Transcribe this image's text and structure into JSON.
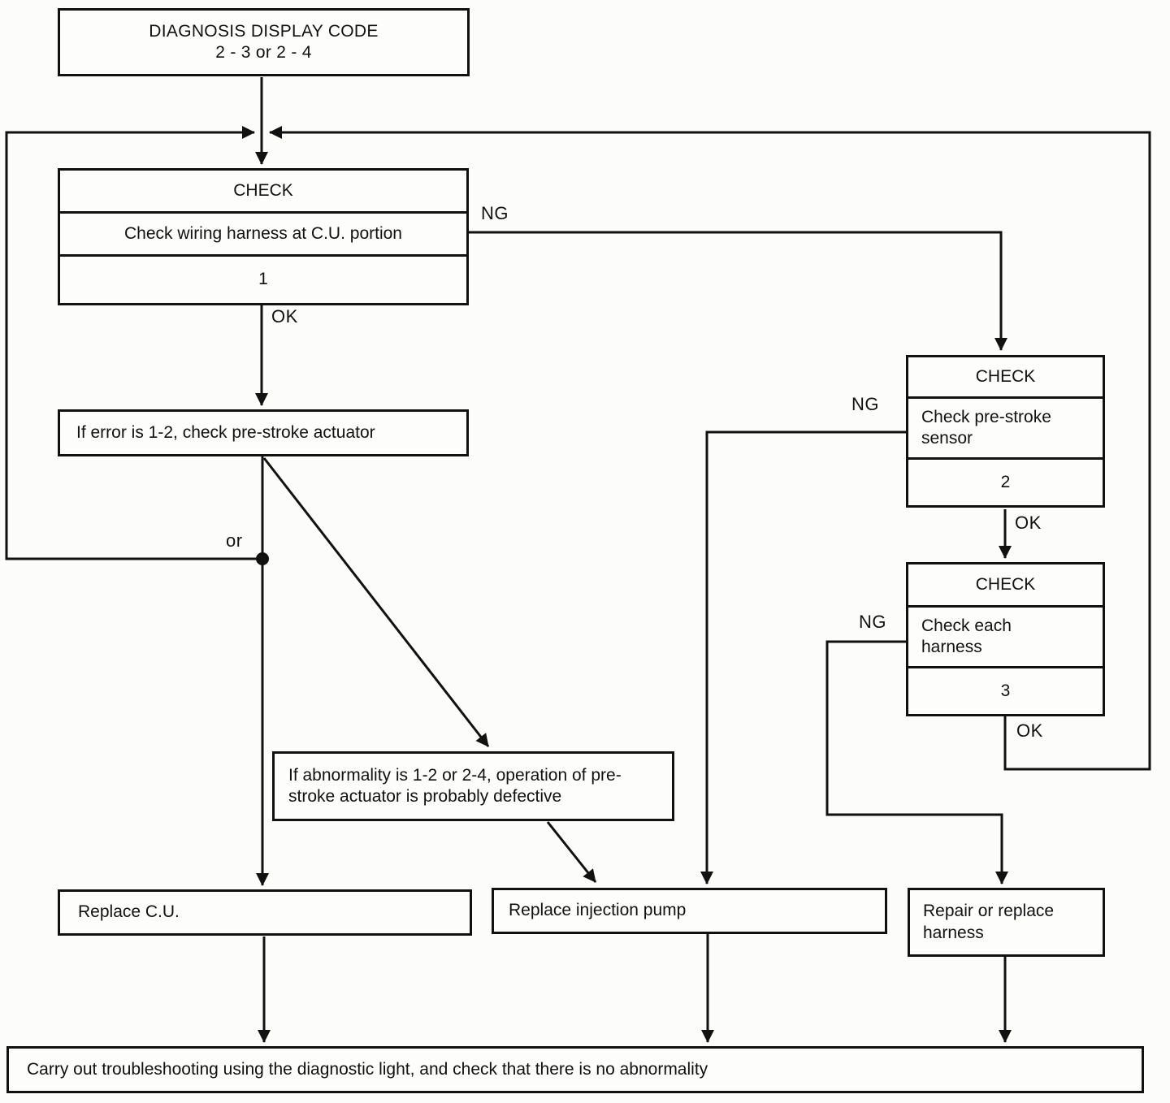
{
  "diagram": {
    "title_box": {
      "line1": "DIAGNOSIS DISPLAY CODE",
      "line2": "2 - 3 or 2 - 4"
    },
    "check1": {
      "header": "CHECK",
      "body": "Check wiring harness at C.U. portion",
      "number": "1"
    },
    "check2": {
      "header": "CHECK",
      "body": "Check pre-stroke\nsensor",
      "number": "2"
    },
    "check3": {
      "header": "CHECK",
      "body": "Check each\nharness",
      "number": "3"
    },
    "error_box": {
      "text": "If error is 1-2, check pre-stroke actuator"
    },
    "abnormality_box": {
      "text": "If abnormality is 1-2 or 2-4, operation of pre-\nstroke actuator is probably defective"
    },
    "replace_cu_box": {
      "text": "Replace C.U."
    },
    "replace_pump_box": {
      "text": "Replace injection pump"
    },
    "repair_harness_box": {
      "text": "Repair or replace\nharness"
    },
    "bottom_box": {
      "text": "Carry out troubleshooting using the diagnostic light, and check that there is no abnormality"
    },
    "labels": {
      "ng1": "NG",
      "ok1": "OK",
      "ng2": "NG",
      "ok2": "OK",
      "ng3": "NG",
      "ok3": "OK",
      "or": "or"
    }
  },
  "colors": {
    "line": "#111111",
    "background": "#fcfcfb",
    "text": "#111111"
  }
}
